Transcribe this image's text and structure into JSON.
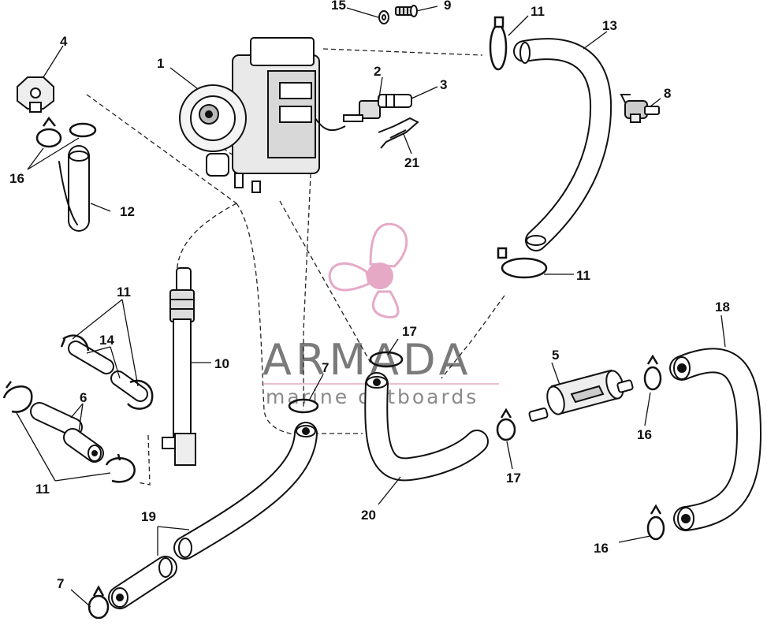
{
  "watermark": {
    "brand": "ARMADA",
    "tagline": "marine outboards",
    "accent_color": "#e5a9c6",
    "text_color": "#7a7a7a"
  },
  "callouts": {
    "n1": "1",
    "n2": "2",
    "n3": "3",
    "n4": "4",
    "n5": "5",
    "n6": "6",
    "n7a": "7",
    "n7b": "7",
    "n8": "8",
    "n9": "9",
    "n10": "10",
    "n11a": "11",
    "n11b": "11",
    "n11c": "11",
    "n11d": "11",
    "n12": "12",
    "n13": "13",
    "n14": "14",
    "n15": "15",
    "n16a": "16",
    "n16b": "16",
    "n16c": "16",
    "n17a": "17",
    "n17b": "17",
    "n18": "18",
    "n19": "19",
    "n20": "20",
    "n21": "21"
  }
}
